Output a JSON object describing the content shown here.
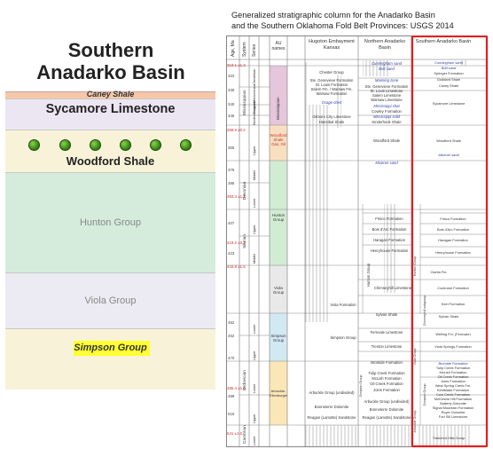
{
  "left_panel": {
    "title_line1": "Southern",
    "title_line2": "Anadarko Basin",
    "layers": {
      "caney": "Caney Shale",
      "sycamore": "Sycamore Limestone",
      "woodford": "Woodford Shale",
      "hunton": "Hunton Group",
      "viola": "Viola Group",
      "simpson": "Simpson Group"
    }
  },
  "right_panel": {
    "title_line1": "Generalized stratigraphic column for the Anadarko Basin",
    "title_line2": "and the Southern Oklahoma Fold Belt Provinces: USGS 2014",
    "headers": {
      "age": "Age, Ma",
      "system": "System",
      "series": "Series",
      "au": "AU names",
      "hugoton": "Hugoton Embayment Kansas",
      "north": "Northern Anadarko Basin",
      "south": "Southern Anadarko Basin"
    },
    "ages": [
      "318.1 ±1.3",
      "323",
      "330",
      "340",
      "346",
      "358.9 ±0.4",
      "365",
      "375",
      "385",
      "393.3 ±1.2",
      "407",
      "419.2 ±3.2",
      "423",
      "443.8 ±1.5",
      "452",
      "462",
      "470",
      "485.4 ±1.9",
      "499",
      "516",
      "541 ±1.0"
    ],
    "systems": [
      "Mississippian",
      "Devonian",
      "Silurian",
      "Ordovician",
      "Cambrian"
    ],
    "series": [
      "Chesterian",
      "Meramecian",
      "Osagean",
      "Kinder-hookian",
      "Upper",
      "Middle",
      "Lower",
      "Upper",
      "Middle",
      "Lower",
      "Upper",
      "Lower",
      "Upper",
      "Lower"
    ],
    "au_units": [
      "Mississippian",
      "Woodford Shale Gas, Oil",
      "Hunton Group",
      "Viola Group",
      "Simpson Group",
      "Arbuckle-Ellenburger"
    ],
    "hugoton_units": [
      "Chester Group",
      "Ste. Genevieve Formation",
      "St. Louis Formation",
      "Salem Fm. / Warsaw Fm.",
      "Warsaw Formation",
      "Osage chert",
      "Gilmore City Limestone",
      "Hannibal Shale",
      "Viola Formation",
      "Simpson Group",
      "Arbuckle Group (undivided)",
      "Bonneterre Dolomite",
      "Reagan (Lamotte) Sandstone"
    ],
    "north_units": [
      "Cunningham sand",
      "Britt sand",
      "Manning zone",
      "Ste. Genevieve Formation",
      "St. Louis Limestone",
      "Salem Limestone",
      "Warsaw Limestone",
      "Mississippi chat",
      "Cowley Formation",
      "Mississippi solid",
      "Kinderhook Shale",
      "Woodford Shale",
      "Misener sand",
      "Frisco Formation",
      "Bois d'Arc Formation",
      "Haragan Formation",
      "Henryhouse Formation",
      "Hunton Group",
      "Chimneyhill Limestone",
      "Sylvan Shale",
      "Fernvale Limestone",
      "Trenton Limestone",
      "Bromide Formation",
      "Tulip Creek Formation",
      "McLish Formation",
      "Oil Creek Formation",
      "Joins Formation",
      "Arbuckle Group (undivided)",
      "Bonneterre Dolomite",
      "Reagan (Lamotte) Sandstone",
      "Simpson Group"
    ],
    "south_units": [
      "Cunningham sand",
      "Britt sand",
      "Springer Formation",
      "Goddard Shale",
      "Caney Shale",
      "Sycamore Limestone",
      "Woodford Shale",
      "Misener sand",
      "Frisco Formation",
      "Bois d'Arc Formation",
      "Haragan Formation",
      "Henryhouse Formation",
      "Clarita Fm.",
      "Cochrane Formation",
      "Keel Formation",
      "Sylvan Shale",
      "Welling Fm. (Fernvale)",
      "Viola Springs Formation",
      "Bromide Formation",
      "Tulip Creek Formation",
      "McLish Formation",
      "Oil Creek Formation",
      "Joins Formation",
      "West Spring Creek Fm.",
      "Kindblade Formation",
      "Cool Creek Formation",
      "McKenzie Hill Formation",
      "Butterly Dolomite",
      "Signal Mountain Formation",
      "Royer Dolomite",
      "Fort Sill Limestone",
      "Timbered Hills Group",
      "Hunton Group",
      "Chimneyhill subgroup",
      "Viola Group",
      "Simpson Group",
      "Arbuckle Group"
    ]
  },
  "colors": {
    "caney": "#f6c8a8",
    "sycamore": "#ece6f2",
    "woodford": "#f8f3d8",
    "hunton": "#d5ecdd",
    "viola": "#eceaf2",
    "simpson": "#f8f3d8",
    "simpson_highlight": "#ffff33",
    "au_miss": "#e6c6dc",
    "au_woodford": "#f7dfc0",
    "au_hunton": "#d2ecd4",
    "au_viola": "#e9e9e9",
    "au_simpson": "#d2e9f4",
    "au_arbuckle": "#fbe6b6",
    "red_frame": "#e02020",
    "red_text": "#d23030",
    "blue_text": "#2d3ea8"
  }
}
